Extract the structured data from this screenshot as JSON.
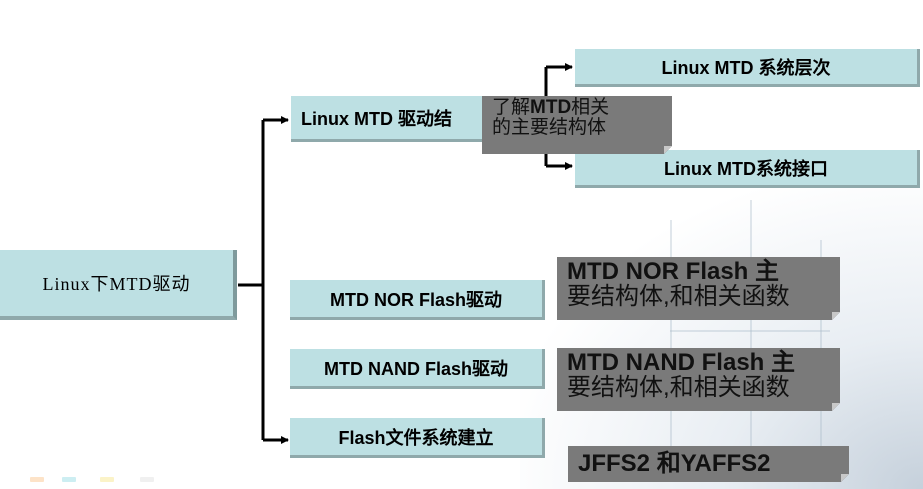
{
  "diagram": {
    "root": {
      "label": "Linux下MTD驱动"
    },
    "branches": [
      {
        "label": "Linux MTD 驱动结"
      },
      {
        "label": "MTD NOR Flash驱动"
      },
      {
        "label": "MTD NAND Flash驱动"
      },
      {
        "label": "Flash文件系统建立"
      }
    ],
    "sub_branches": [
      {
        "label": "Linux MTD 系统层次"
      },
      {
        "label": "Linux MTD系统接口"
      }
    ],
    "notes": {
      "mtd_structs": {
        "line1_pre": "了解",
        "line1_bold": "MTD",
        "line1_post": "相关",
        "line2": "的主要结构体"
      },
      "nor": {
        "line1": "MTD NOR Flash 主",
        "line2": "要结构体,和相关函数"
      },
      "nand": {
        "line1": "MTD NAND Flash 主",
        "line2": "要结构体,和相关函数"
      },
      "fs": {
        "line1": "JFFS2 和YAFFS2"
      }
    }
  },
  "colors": {
    "node_fill": "#bde0e3",
    "node_shadow": "#8fa9ab",
    "note_fill": "#7a7a7a",
    "connector": "#000000"
  }
}
